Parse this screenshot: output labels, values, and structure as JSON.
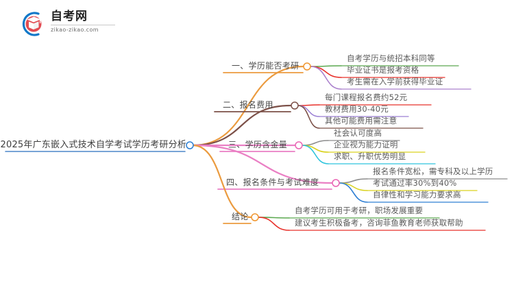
{
  "logo": {
    "name_cn": "自考网",
    "url": "zikao-zikao.com",
    "mark_icon": "graduation-book-logo-icon",
    "blue": "#1178c8",
    "red": "#d6363c"
  },
  "mindmap": {
    "root": {
      "label": "2025年广东嵌入式技术自学考试学历考研分析",
      "underline_color": "#4a86c8",
      "node_color": "#2b7fd4"
    },
    "branches": [
      {
        "label": "一、学历能否考研",
        "line_color": "#eb9b3f",
        "node_color": "#f0952e",
        "children": [
          {
            "label": "自考学历与统招本科同等",
            "color": "#5aa84f"
          },
          {
            "label": "毕业证书是报考资格",
            "color": "#e8302a"
          },
          {
            "label": "考生需在入学前获得毕业证",
            "color": "#ab81cd"
          }
        ]
      },
      {
        "label": "二、报名费用",
        "line_color": "#7c5048",
        "node_color": "#7c5048",
        "children": [
          {
            "label": "每门课程报名费约52元",
            "color": "#e8302a"
          },
          {
            "label": "教材费用30-40元",
            "color": "#9b7fd4"
          },
          {
            "label": "其他可能费用需注意",
            "color": "#7c5048"
          }
        ]
      },
      {
        "label": "三、学历含金量",
        "line_color": "#ea7fc4",
        "node_color": "#ea63b3",
        "children": [
          {
            "label": "社会认可度高",
            "color": "#8c8c8c"
          },
          {
            "label": "企业视为能力证明",
            "color": "#d9d21f"
          },
          {
            "label": "求职、升职优势明显",
            "color": "#2ec4dd"
          }
        ]
      },
      {
        "label": "四、报名条件与考试难度",
        "line_color": "#ea7fc4",
        "node_color": "#ea63b3",
        "children": [
          {
            "label": "报名条件宽松，需专科及以上学历",
            "color": "#8c8c8c"
          },
          {
            "label": "考试通过率30%到40%",
            "color": "#d9d21f"
          },
          {
            "label": "自律性和学习能力要求高",
            "color": "#2f7fd4"
          }
        ]
      },
      {
        "label": "结论",
        "line_color": "#eb9b3f",
        "node_color": "#f0952e",
        "children": [
          {
            "label": "自考学历可用于考研，职场发展重要",
            "color": "#5aa84f"
          },
          {
            "label": "建议考生积极备考，咨询菲鱼教育老师获取帮助",
            "color": "#e8302a"
          }
        ]
      }
    ]
  }
}
